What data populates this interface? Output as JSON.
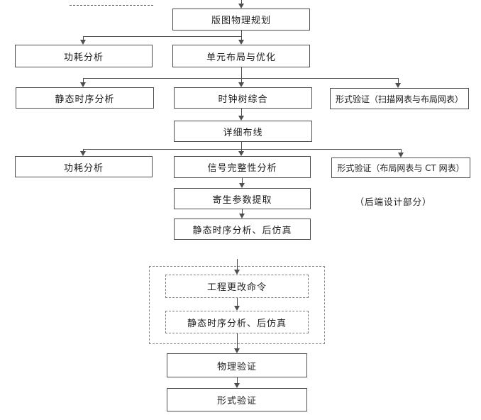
{
  "flowchart": {
    "nodes": {
      "layout_planning": "版图物理规划",
      "power_analysis_1": "功耗分析",
      "placement_optimization": "单元布局与优化",
      "static_timing_analysis_1": "静态时序分析",
      "clock_tree_synthesis": "时钟树综合",
      "formal_verification_scan": "形式验证（扫描网表与布局网表）",
      "detailed_routing": "详细布线",
      "power_analysis_2": "功耗分析",
      "signal_integrity": "信号完整性分析",
      "formal_verification_ct": "形式验证（布局网表与 CT 网表）",
      "parasitic_extraction": "寄生参数提取",
      "sta_post_sim_1": "静态时序分析、后仿真",
      "eco": "工程更改命令",
      "sta_post_sim_2": "静态时序分析、后仿真",
      "physical_verification": "物理验证",
      "formal_verification_final": "形式验证"
    },
    "annotation": "（后端设计部分）",
    "colors": {
      "background": "#ffffff",
      "box_border": "#4e4e4e",
      "line": "#4e4e4e",
      "dashed_border": "#8a8a8a",
      "text": "#1c1c1c"
    }
  }
}
